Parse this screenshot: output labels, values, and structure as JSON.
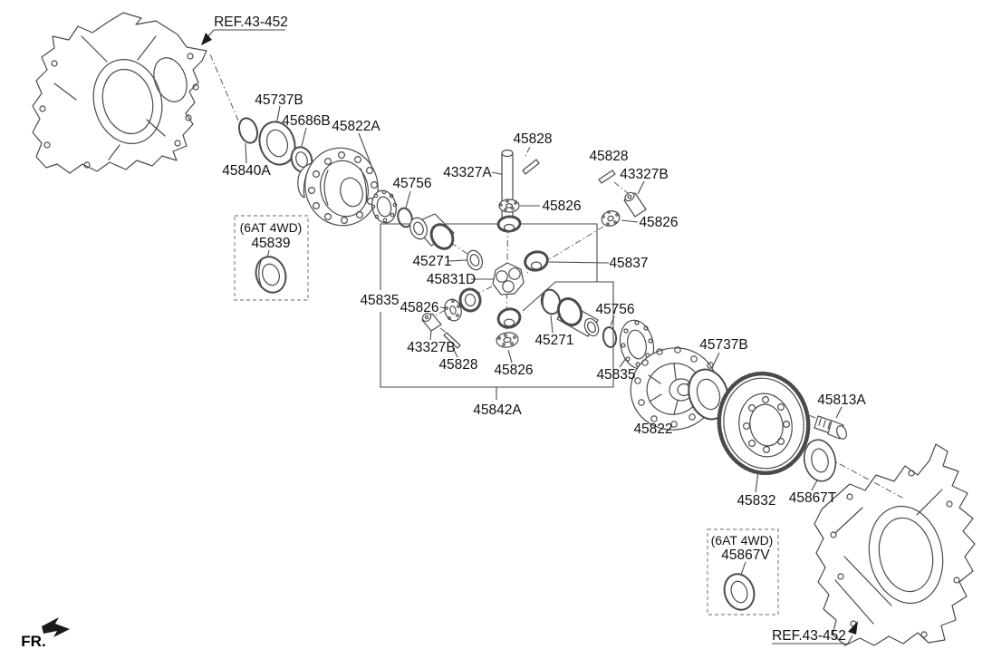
{
  "diagram": {
    "background": "#ffffff",
    "line_color": "#4a4a4a",
    "text_color": "#111111"
  },
  "references": {
    "top_left": "REF.43-452",
    "bottom_right": "REF.43-452"
  },
  "orientation": {
    "front_label": "FR."
  },
  "option_groups": [
    {
      "variant": "(6AT 4WD)",
      "part_no": "45839"
    },
    {
      "variant": "(6AT 4WD)",
      "part_no": "45867V"
    }
  ],
  "kit": {
    "part_no": "45842A"
  },
  "parts": {
    "p45840a": "45840A",
    "p45737b_top": "45737B",
    "p45686b": "45686B",
    "p45822a": "45822A",
    "p45756_upper": "45756",
    "p43327a": "43327A",
    "p45828_top": "45828",
    "p45826_top": "45826",
    "p45828_right": "45828",
    "p43327b_right": "43327B",
    "p45826_right": "45826",
    "p45271_upper": "45271",
    "p45837": "45837",
    "p45831d": "45831D",
    "p45835_left": "45835",
    "p45826_midleft": "45826",
    "p43327b_lower": "43327B",
    "p45828_lower": "45828",
    "p45826_bottom": "45826",
    "p45271_lower": "45271",
    "p45756_right": "45756",
    "p45835_right": "45835",
    "p45822": "45822",
    "p45737b_right": "45737B",
    "p45813a": "45813A",
    "p45832": "45832",
    "p45867t": "45867T"
  }
}
